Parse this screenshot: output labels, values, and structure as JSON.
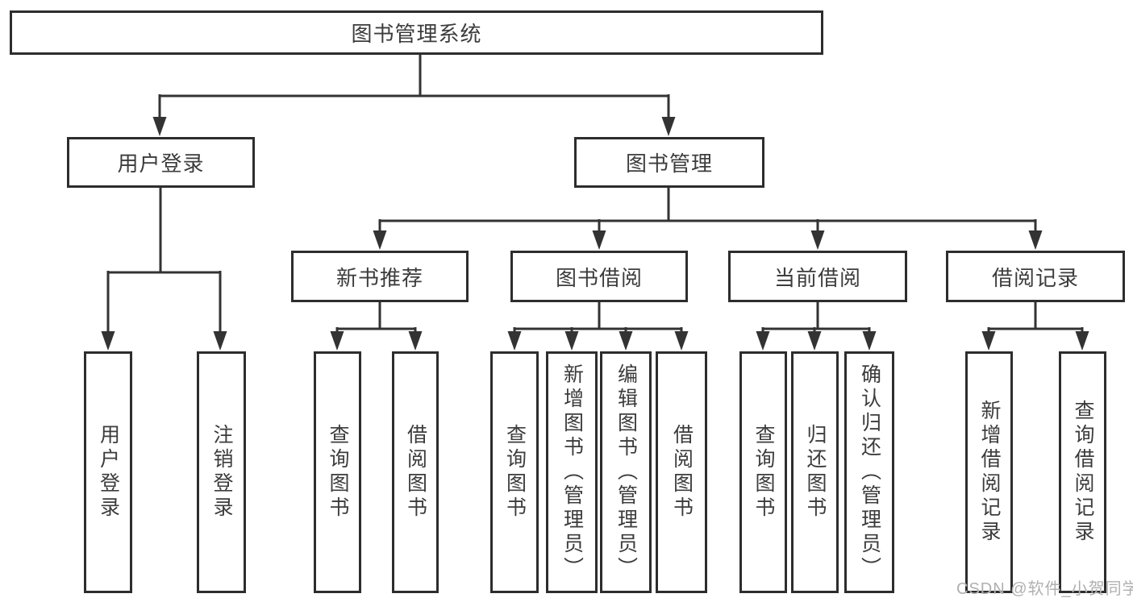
{
  "diagram": {
    "type": "tree",
    "root": {
      "label": "图书管理系统"
    },
    "level1": [
      {
        "label": "用户登录",
        "parent": "图书管理系统"
      },
      {
        "label": "图书管理",
        "parent": "图书管理系统"
      }
    ],
    "level2": [
      {
        "label": "新书推荐",
        "parent": "图书管理"
      },
      {
        "label": "图书借阅",
        "parent": "图书管理"
      },
      {
        "label": "当前借阅",
        "parent": "图书管理"
      },
      {
        "label": "借阅记录",
        "parent": "图书管理"
      }
    ],
    "leaves": [
      {
        "label": "用户登录",
        "parent": "用户登录"
      },
      {
        "label": "注销登录",
        "parent": "用户登录"
      },
      {
        "label": "查询图书",
        "parent": "新书推荐"
      },
      {
        "label": "借阅图书",
        "parent": "新书推荐"
      },
      {
        "label": "查询图书",
        "parent": "图书借阅"
      },
      {
        "label": "新增图书（管理员）",
        "parent": "图书借阅"
      },
      {
        "label": "编辑图书（管理员）",
        "parent": "图书借阅"
      },
      {
        "label": "借阅图书",
        "parent": "图书借阅"
      },
      {
        "label": "查询图书",
        "parent": "当前借阅"
      },
      {
        "label": "归还图书",
        "parent": "当前借阅"
      },
      {
        "label": "确认归还（管理员）",
        "parent": "当前借阅"
      },
      {
        "label": "新增借阅记录",
        "parent": "借阅记录"
      },
      {
        "label": "查询借阅记录",
        "parent": "借阅记录"
      }
    ],
    "colors": {
      "line": "#333333",
      "border": "#2d2d2d",
      "text": "#3c3c3c",
      "background": "#ffffff",
      "watermark": "#b0b0b0"
    }
  },
  "watermark": {
    "text": "CSDN @软件_小贺同学"
  }
}
